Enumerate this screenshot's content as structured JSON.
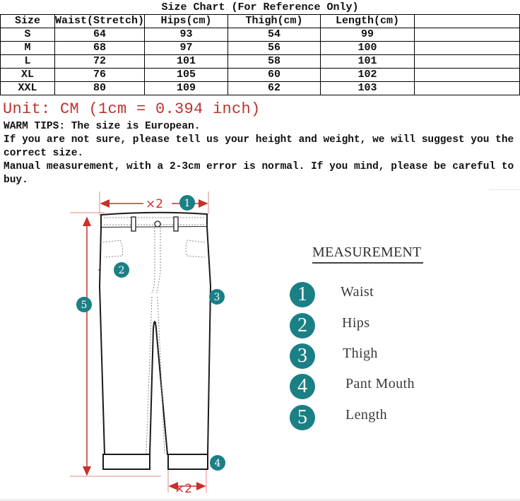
{
  "size_chart": {
    "title": "Size Chart  (For Reference Only)",
    "headers": [
      "Size",
      "Waist(Stretch)",
      "Hips(cm)",
      "Thigh(cm)",
      "Length(cm)",
      ""
    ],
    "rows": [
      [
        "S",
        "64",
        "93",
        "54",
        "99",
        ""
      ],
      [
        "M",
        "68",
        "97",
        "56",
        "100",
        ""
      ],
      [
        "L",
        "72",
        "101",
        "58",
        "101",
        ""
      ],
      [
        "XL",
        "76",
        "105",
        "60",
        "102",
        ""
      ],
      [
        "XXL",
        "80",
        "109",
        "62",
        "103",
        ""
      ]
    ]
  },
  "notes": {
    "unit": "Unit: CM (1cm = 0.394 inch)",
    "warm_tips": "WARM TIPS: The size is European.",
    "line2": "If you are not sure, please tell us your height and weight, we will suggest you the correct size.",
    "line3": "Manual measurement, with a 2-3cm error is normal. If you mind, please be careful to buy."
  },
  "diagram": {
    "multiplier_label": "×2",
    "markers": [
      "1",
      "2",
      "3",
      "4",
      "5"
    ],
    "colors": {
      "arrow": "#c8302a",
      "guide": "#e08a85",
      "badge": "#1b7f86",
      "outline": "#1a1a1a"
    }
  },
  "legend": {
    "title": "MEASUREMENT",
    "items": [
      {
        "number": "1",
        "label": "Waist"
      },
      {
        "number": "2",
        "label": "Hips"
      },
      {
        "number": "3",
        "label": "Thigh"
      },
      {
        "number": "4",
        "label": "Pant Mouth"
      },
      {
        "number": "5",
        "label": "Length"
      }
    ]
  }
}
